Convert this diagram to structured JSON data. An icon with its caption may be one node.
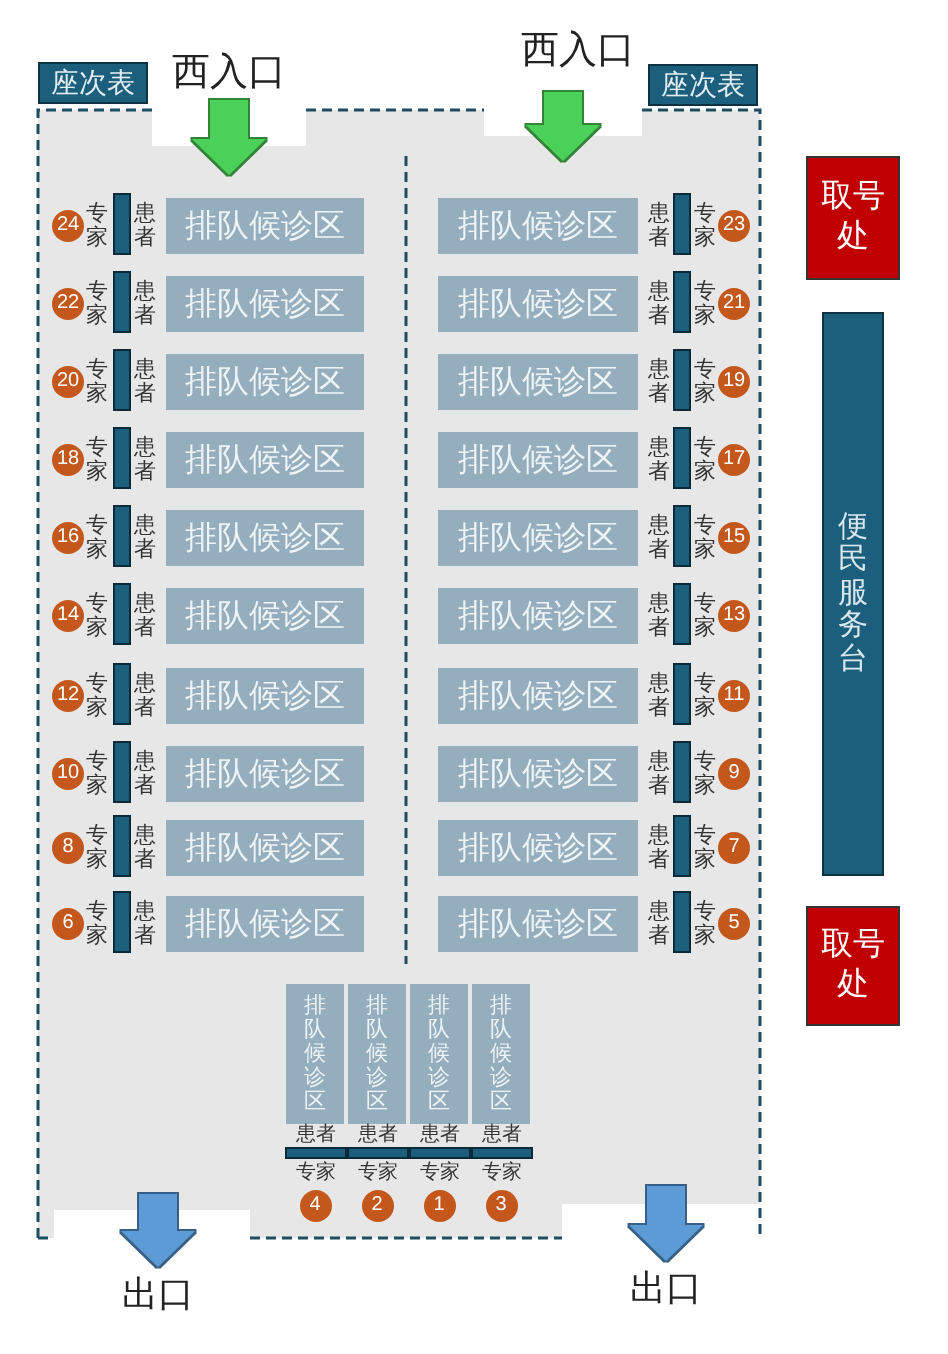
{
  "diagram": {
    "nodes": [
      {
        "text": [
          "座次表"
        ]
      },
      {
        "text": [
          "西入口"
        ]
      },
      {
        "text": [
          "西入口"
        ]
      },
      {
        "text": [
          "座次表"
        ]
      },
      {
        "text": [],
        "shape": "box"
      },
      {
        "text": [
          "24"
        ],
        "in": 4
      },
      {
        "text": [
          "排队候诊区"
        ],
        "in": 4
      },
      {
        "text": [
          "排队候诊区"
        ],
        "in": 4
      },
      {
        "text": [
          "23"
        ],
        "in": 4
      },
      {
        "text": [
          "22"
        ],
        "in": 4
      },
      {
        "text": [
          "排队候诊区"
        ],
        "in": 4
      },
      {
        "text": [
          "排队候诊区"
        ],
        "in": 4
      },
      {
        "text": [
          "21"
        ],
        "in": 4
      },
      {
        "text": [
          "20"
        ],
        "in": 4
      },
      {
        "text": [
          "排队候诊区"
        ],
        "in": 4
      },
      {
        "text": [
          "排队候诊区"
        ],
        "in": 4
      },
      {
        "text": [
          "19"
        ],
        "in": 4
      },
      {
        "text": [
          "18"
        ],
        "in": 4
      },
      {
        "text": [
          "排队候诊区"
        ],
        "in": 4
      },
      {
        "text": [
          "排队候诊区"
        ],
        "in": 4
      },
      {
        "text": [
          "17"
        ],
        "in": 4
      },
      {
        "text": [
          "16"
        ],
        "in": 4
      },
      {
        "text": [
          "排队候诊区"
        ],
        "in": 4
      },
      {
        "text": [
          "排队候诊区"
        ],
        "in": 4
      },
      {
        "text": [
          "15"
        ],
        "in": 4
      },
      {
        "text": [
          "14"
        ],
        "in": 4
      },
      {
        "text": [
          "排队候诊区"
        ],
        "in": 4
      },
      {
        "text": [
          "排队候诊区"
        ],
        "in": 4
      },
      {
        "text": [
          "13"
        ],
        "in": 4
      },
      {
        "text": [
          "12"
        ],
        "in": 4
      },
      {
        "text": [
          "排队候诊区"
        ],
        "in": 4
      },
      {
        "text": [
          "排队候诊区"
        ],
        "in": 4
      },
      {
        "text": [
          "11"
        ],
        "in": 4
      },
      {
        "text": [
          "10"
        ],
        "in": 4
      },
      {
        "text": [
          "排队候诊区"
        ],
        "in": 4
      },
      {
        "text": [
          "排队候诊区"
        ],
        "in": 4
      },
      {
        "text": [
          "9"
        ],
        "in": 4
      },
      {
        "text": [
          "8"
        ],
        "in": 4
      },
      {
        "text": [
          "排队候诊区"
        ],
        "in": 4
      },
      {
        "text": [
          "排队候诊区"
        ],
        "in": 4
      },
      {
        "text": [
          "7"
        ],
        "in": 4
      },
      {
        "text": [
          "6"
        ],
        "in": 4
      },
      {
        "text": [
          "排队候诊区"
        ],
        "in": 4
      },
      {
        "text": [
          "排队候诊区"
        ],
        "in": 4
      },
      {
        "text": [
          "5"
        ],
        "in": 4
      },
      {
        "text": [
          "排队候诊区"
        ],
        "in": 4
      },
      {
        "text": [
          "排队候诊区"
        ],
        "in": 4
      },
      {
        "text": [
          "排队候诊区"
        ],
        "in": 4
      },
      {
        "text": [
          "排队候诊区"
        ],
        "in": 4
      },
      {
        "text": [
          "4"
        ],
        "in": 4
      },
      {
        "text": [
          "2"
        ],
        "in": 4
      },
      {
        "text": [
          "1"
        ],
        "in": 4
      },
      {
        "text": [
          "3"
        ],
        "in": 4
      },
      {
        "text": [
          "取号处"
        ]
      },
      {
        "text": [
          "便民服务台"
        ]
      },
      {
        "text": [
          "取号处"
        ]
      },
      {
        "text": [
          "出口"
        ]
      },
      {
        "text": [
          "出口"
        ]
      }
    ],
    "edges": [
      {
        "from": 1,
        "to": 4,
        "arrow": "to",
        "color": "#4cd05a"
      },
      {
        "from": 2,
        "to": 4,
        "arrow": "to",
        "color": "#4cd05a"
      },
      {
        "from": 4,
        "to": 56,
        "arrow": "to",
        "color": "#5b9bd5"
      },
      {
        "from": 4,
        "to": 57,
        "arrow": "to",
        "color": "#5b9bd5"
      }
    ],
    "labels": [
      "专家",
      "患者",
      "患者",
      "专家",
      "专家",
      "患者",
      "患者",
      "专家",
      "专家",
      "患者",
      "患者",
      "专家",
      "专家",
      "患者",
      "患者",
      "专家",
      "专家",
      "患者",
      "患者",
      "专家",
      "专家",
      "患者",
      "患者",
      "专家",
      "专家",
      "患者",
      "患者",
      "专家",
      "专家",
      "患者",
      "患者",
      "专家",
      "专家",
      "患者",
      "患者",
      "专家",
      "专家",
      "患者",
      "患者",
      "专家",
      "患者",
      "患者",
      "患者",
      "患者",
      "专家",
      "专家",
      "专家",
      "专家"
    ]
  }
}
